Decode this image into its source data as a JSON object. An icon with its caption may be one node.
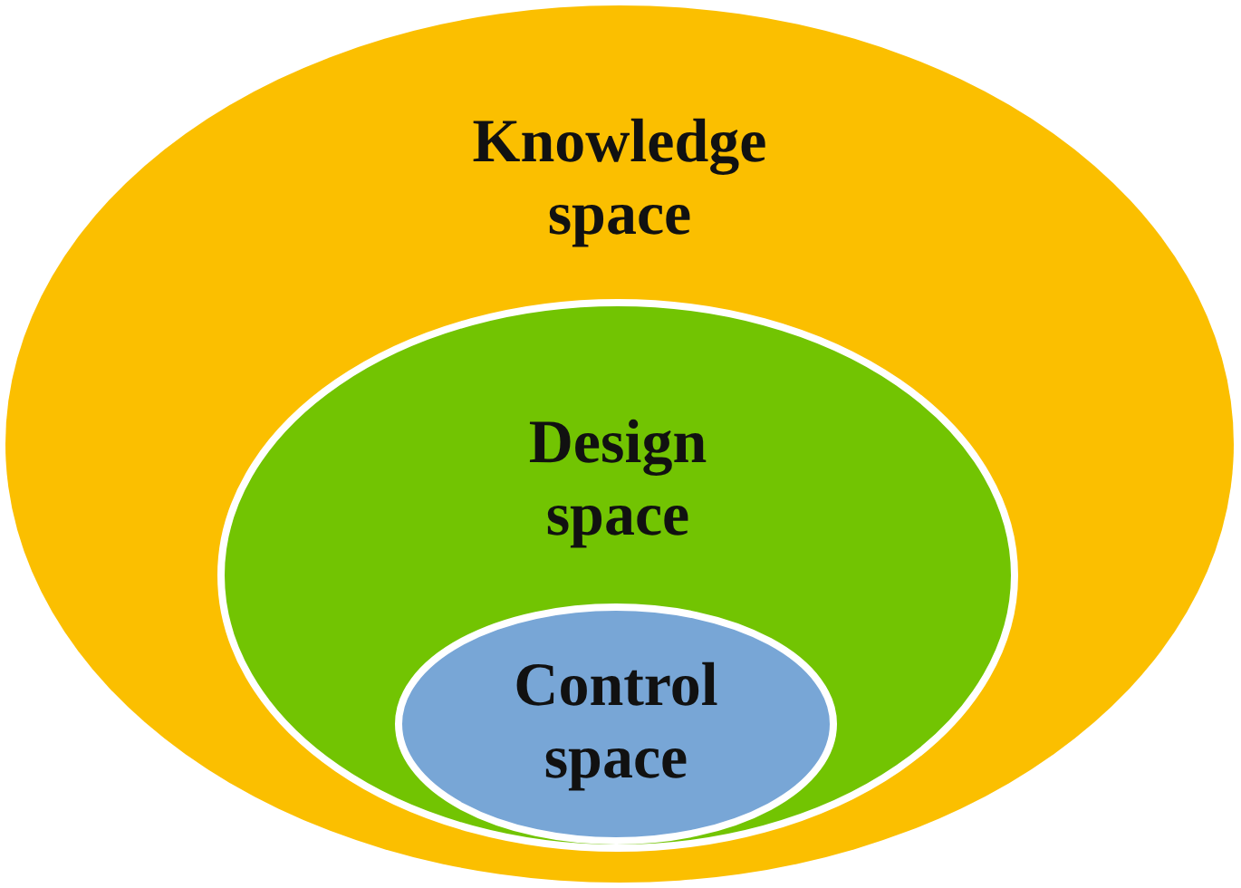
{
  "diagram": {
    "nodes": [
      {
        "text": [
          "Knowledge space"
        ]
      },
      {
        "text": [
          "Design space"
        ],
        "in": 0
      },
      {
        "text": [
          "Control space"
        ],
        "in": 1
      }
    ]
  }
}
